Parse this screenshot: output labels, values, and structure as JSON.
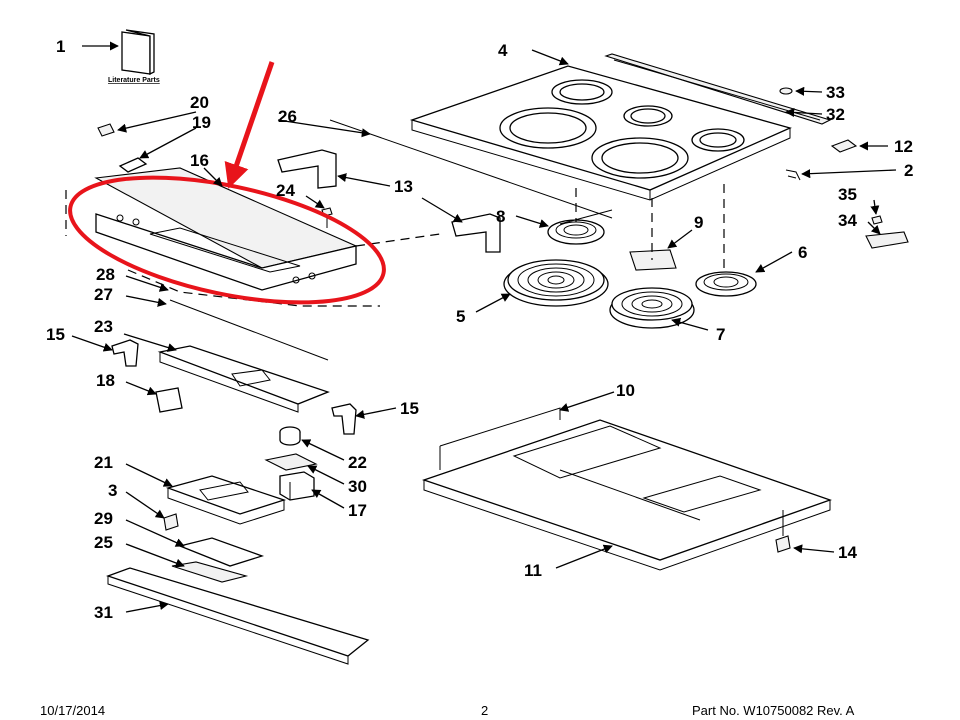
{
  "literature_label": "Literature Parts",
  "callouts": [
    "1",
    "2",
    "3",
    "4",
    "5",
    "6",
    "7",
    "8",
    "9",
    "10",
    "11",
    "12",
    "13",
    "14",
    "15",
    "15",
    "16",
    "17",
    "18",
    "19",
    "20",
    "21",
    "22",
    "23",
    "24",
    "25",
    "26",
    "27",
    "28",
    "29",
    "30",
    "31",
    "32",
    "33",
    "34",
    "35"
  ],
  "highlight": {
    "color": "#e8141b"
  },
  "footer": {
    "date": "10/17/2014",
    "page": "2",
    "part_no": "Part No.  W10750082  Rev. A"
  }
}
